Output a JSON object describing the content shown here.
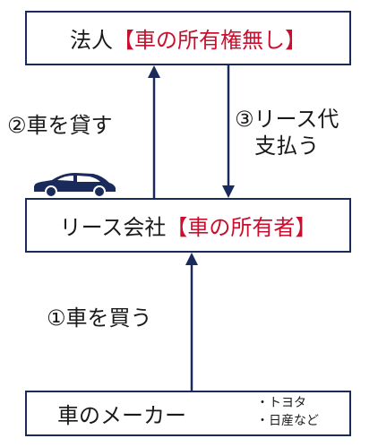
{
  "top_box": {
    "name": "法人",
    "note": "【車の所有権無し】"
  },
  "middle_box": {
    "name": "リース会社",
    "note": "【車の所有者】"
  },
  "bottom_box": {
    "name": "車のメーカー",
    "examples": [
      "トヨタ",
      "日産など"
    ]
  },
  "arrows": {
    "lend": "②車を貸す",
    "pay_line1": "③リース代",
    "pay_line2": "支払う",
    "buy": "①車を買う"
  },
  "colors": {
    "border": "#1a2a5a",
    "arrow": "#1a2a5a",
    "highlight": "#c8102e",
    "car": "#1a2a5a"
  },
  "icons": {
    "car": "car-icon"
  }
}
